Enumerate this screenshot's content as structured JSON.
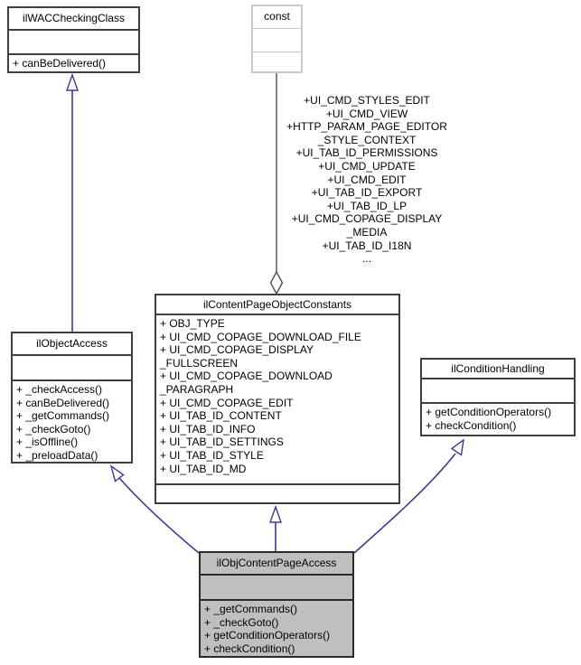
{
  "colors": {
    "inheritance_edge": "#3a3a96",
    "aggregation_edge": "#4f4f4f",
    "box_border": "#3f3f3f",
    "external_box_border": "#c9c9c9",
    "highlight_fill": "#bfbfbf",
    "box_fill": "#ffffff"
  },
  "classes": {
    "wac": {
      "title": "ilWACCheckingClass",
      "methods": [
        "+ canBeDelivered()"
      ]
    },
    "const_node": {
      "title": "const"
    },
    "constants": {
      "title": "ilContentPageObjectConstants",
      "attributes": [
        "+ OBJ_TYPE",
        "+ UI_CMD_COPAGE_DOWNLOAD_FILE",
        "+ UI_CMD_COPAGE_DISPLAY",
        "_FULLSCREEN",
        "+ UI_CMD_COPAGE_DOWNLOAD",
        "_PARAGRAPH",
        "+ UI_CMD_COPAGE_EDIT",
        "+ UI_TAB_ID_CONTENT",
        "+ UI_TAB_ID_INFO",
        "+ UI_TAB_ID_SETTINGS",
        "+ UI_TAB_ID_STYLE",
        "+ UI_TAB_ID_MD"
      ]
    },
    "objaccess": {
      "title": "ilObjectAccess",
      "methods": [
        "+ _checkAccess()",
        "+ canBeDelivered()",
        "+ _getCommands()",
        "+ _checkGoto()",
        "+ _isOffline()",
        "+ _preloadData()"
      ]
    },
    "cond": {
      "title": "ilConditionHandling",
      "methods": [
        "+ getConditionOperators()",
        "+ checkCondition()"
      ]
    },
    "main": {
      "title": "ilObjContentPageAccess",
      "methods": [
        "+ _getCommands()",
        "+ _checkGoto()",
        "+ getConditionOperators()",
        "+ checkCondition()"
      ]
    }
  },
  "aggregation_label": {
    "lines": [
      "+UI_CMD_STYLES_EDIT",
      "+UI_CMD_VIEW",
      "+HTTP_PARAM_PAGE_EDITOR",
      "_STYLE_CONTEXT",
      "+UI_TAB_ID_PERMISSIONS",
      "+UI_CMD_UPDATE",
      "+UI_CMD_EDIT",
      "+UI_TAB_ID_EXPORT",
      "+UI_TAB_ID_LP",
      "+UI_CMD_COPAGE_DISPLAY",
      "_MEDIA",
      "+UI_TAB_ID_I18N",
      "..."
    ]
  }
}
